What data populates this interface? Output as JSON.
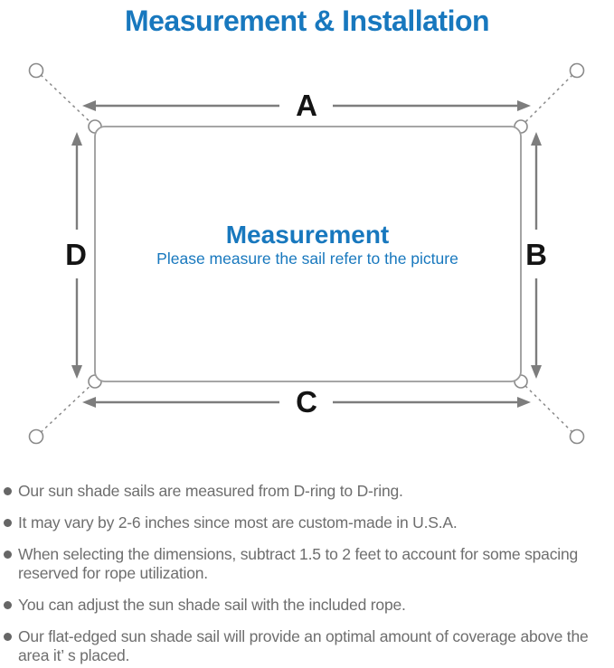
{
  "header": {
    "title": "Measurement & Installation"
  },
  "diagram": {
    "side_labels": {
      "top": "A",
      "right": "B",
      "bottom": "C",
      "left": "D"
    },
    "center": {
      "title": "Measurement",
      "subtitle": "Please measure the sail refer to the picture"
    }
  },
  "notes": {
    "items": [
      "Our sun shade sails are measured from D-ring to D-ring.",
      "It may vary by 2-6 inches since most are custom-made in U.S.A.",
      "When selecting the dimensions, subtract 1.5 to 2 feet to account for some spacing reserved for rope utilization.",
      "You can adjust the sun shade sail with the included rope.",
      "Our flat-edged sun shade sail will provide an optimal amount of coverage above the area it’ s placed."
    ]
  },
  "colors": {
    "accent_blue": "#1878be",
    "line_gray": "#7d7d7d",
    "text_gray": "#6e6e6e",
    "label_black": "#141414"
  }
}
